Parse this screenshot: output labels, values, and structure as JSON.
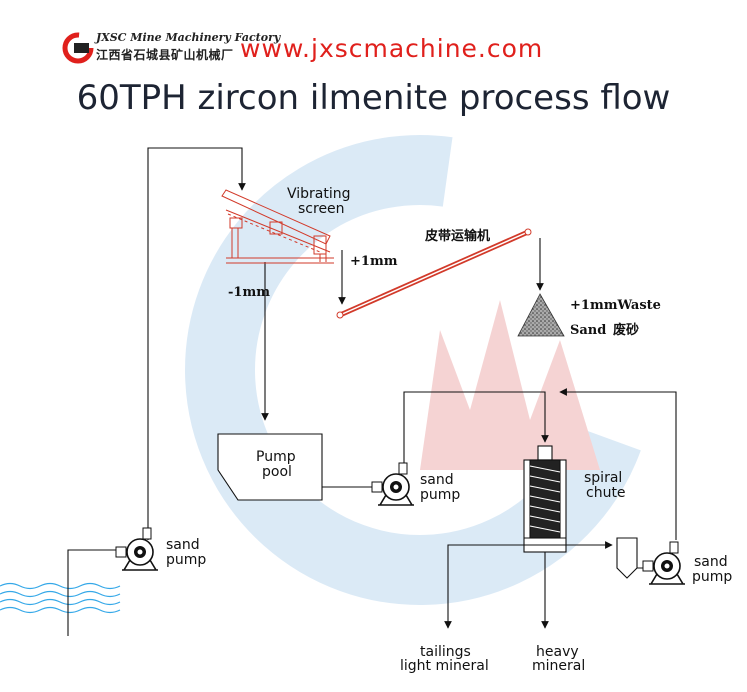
{
  "header": {
    "logo_en": "JXSC Mine Machinery Factory",
    "logo_cn": "江西省石城县矿山机械厂",
    "website": "www.jxscmachine.com",
    "title": "60TPH zircon ilmenite process flow"
  },
  "labels": {
    "vibrating_screen_1": "Vibrating",
    "vibrating_screen_2": "screen",
    "plus_1mm": "+1mm",
    "minus_1mm": "-1mm",
    "belt_conveyor": "皮带运输机",
    "waste_1": "+1mmWaste",
    "waste_2": "Sand",
    "waste_cn": "废砂",
    "pump_pool_1": "Pump",
    "pump_pool_2": "pool",
    "sand_pump_a_1": "sand",
    "sand_pump_a_2": "pump",
    "sand_pump_b_1": "sand",
    "sand_pump_b_2": "pump",
    "sand_pump_c_1": "sand",
    "sand_pump_c_2": "pump",
    "spiral_chute_1": "spiral",
    "spiral_chute_2": "chute",
    "tailings_1": "tailings",
    "tailings_2": "light mineral",
    "heavy_1": "heavy",
    "heavy_2": "mineral"
  },
  "colors": {
    "brand_red": "#e0201c",
    "title": "#1d2433",
    "line": "#111111",
    "belt": "#d23a2a",
    "watermark_blue": "#d8e8f6",
    "watermark_red": "#f4cfcf",
    "water": "#35a8e8"
  }
}
